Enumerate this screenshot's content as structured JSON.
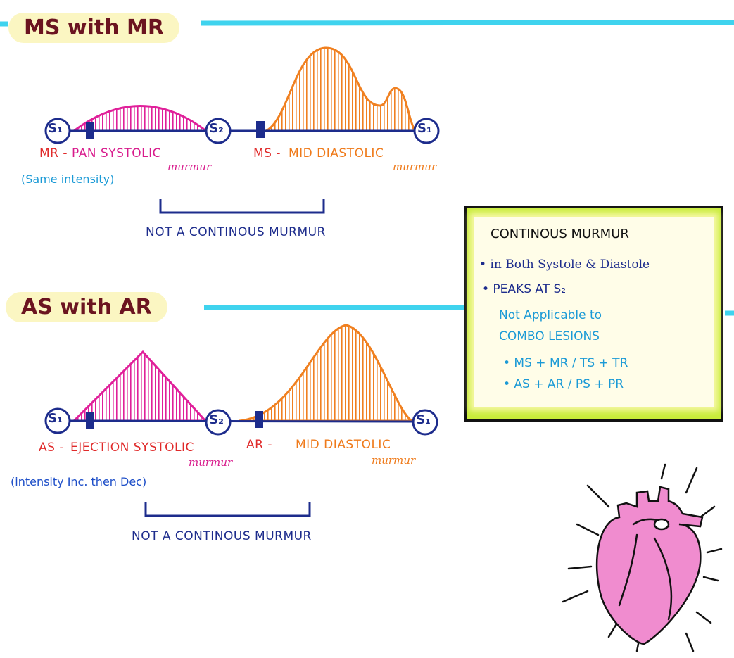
{
  "section1": {
    "title": "MS with MR",
    "s1_left": "S₁",
    "s2": "S₂",
    "s1_right": "S₁",
    "systolic_prefix": "MR -",
    "systolic_label": "PAN SYSTOLIC",
    "systolic_murmur": "murmur",
    "systolic_note": "(Same intensity)",
    "diastolic_prefix": "MS -",
    "diastolic_label": "MID DIASTOLIC",
    "diastolic_murmur": "murmur",
    "bracket_note": "NOT A CONTINOUS MURMUR"
  },
  "section2": {
    "title": "AS with AR",
    "s1_left": "S₁",
    "s2": "S₂",
    "s1_right": "S₁",
    "systolic_prefix": "AS -",
    "systolic_label": "EJECTION SYSTOLIC",
    "systolic_murmur": "murmur",
    "systolic_note": "(intensity Inc. then Dec)",
    "diastolic_prefix": "AR -",
    "diastolic_label": "MID DIASTOLIC",
    "diastolic_murmur": "murmur",
    "bracket_note": "NOT A CONTINOUS MURMUR"
  },
  "box": {
    "title": "CONTINOUS MURMUR",
    "bullet1": "• in Both Systole & Diastole",
    "bullet2": "• PEAKS AT S₂",
    "note1": "Not Applicable to",
    "note2": "COMBO LESIONS",
    "combo1": "• MS + MR / TS + TR",
    "combo2": "• AS + AR / PS + PR"
  },
  "colors": {
    "navy": "#1d2c8c",
    "pink": "#e0209a",
    "orange": "#f08020",
    "cyan": "#3fd3ee",
    "pill": "#fbf6c2"
  }
}
